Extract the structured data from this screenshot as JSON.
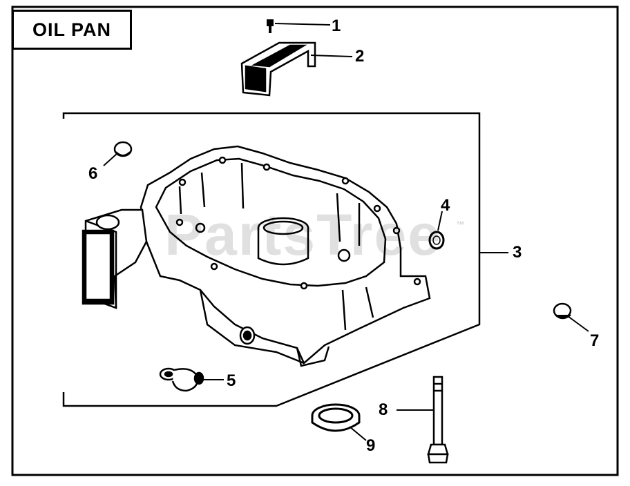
{
  "title": "OIL PAN",
  "callouts": [
    "1",
    "2",
    "3",
    "4",
    "5",
    "6",
    "7",
    "8",
    "9"
  ],
  "watermark": {
    "text": "PartsTree",
    "trademark": "™"
  }
}
